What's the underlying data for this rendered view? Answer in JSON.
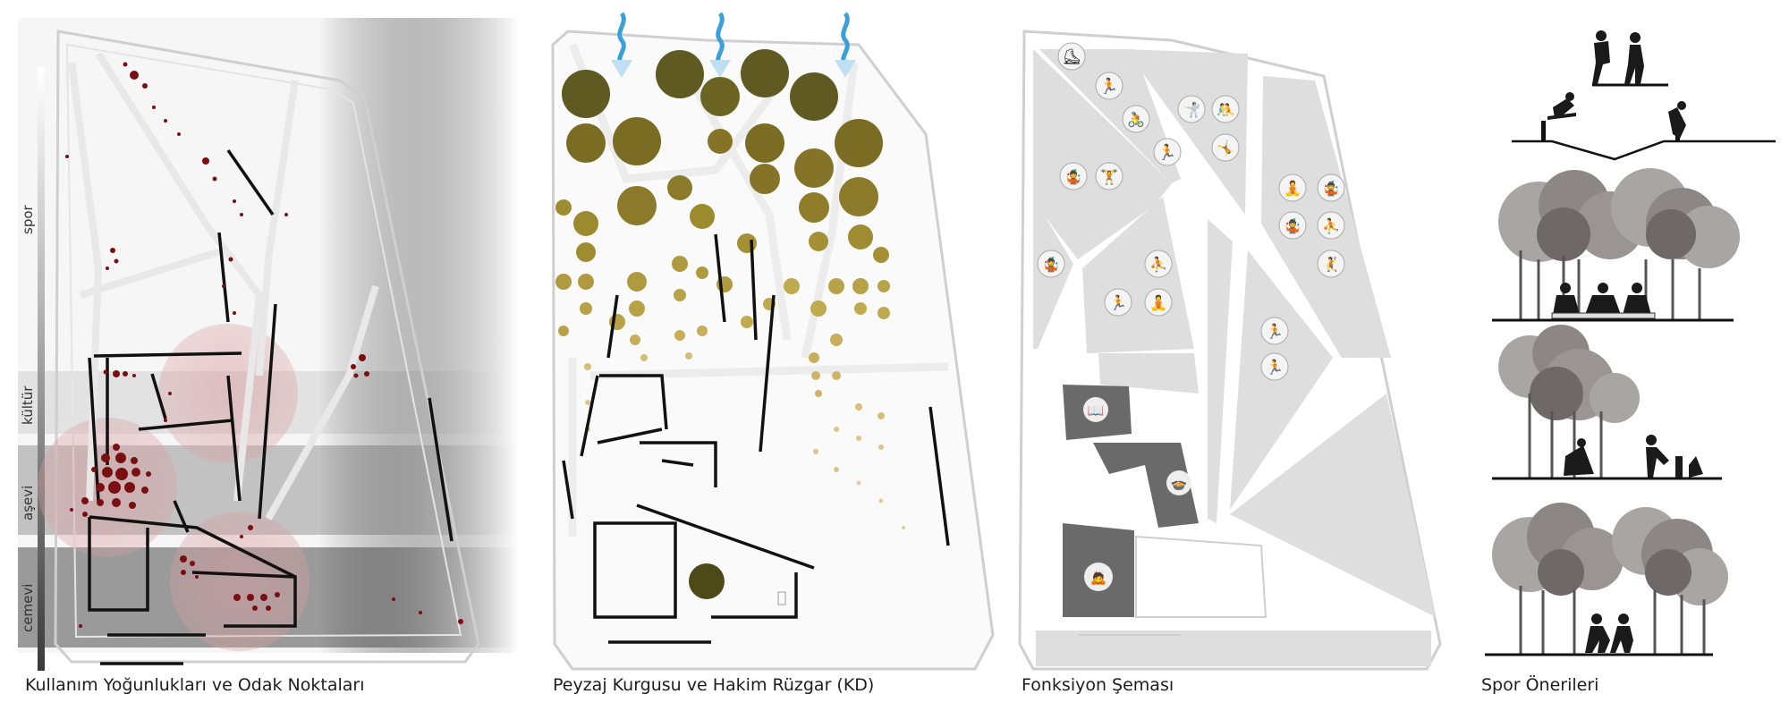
{
  "panels": {
    "usage": {
      "caption": "Kullanım Yoğunlukları ve Odak Noktaları",
      "zones": [
        "spor",
        "kültür",
        "aşevi",
        "cemevi"
      ]
    },
    "landscape": {
      "caption": "Peyzaj Kurgusu  ve Hakim Rüzgar (KD)"
    },
    "functions": {
      "caption": "Fonksiyon Şeması"
    },
    "sports": {
      "caption": "Spor Önerileri"
    }
  },
  "colors": {
    "density_dot": "#7a0f12",
    "focus_circle": "#e3b4b6",
    "tree_large": "#5e5a22",
    "tree_medium": "#9c8a2e",
    "tree_small": "#c8ad5a",
    "wind_arrow": "#3aa0dc",
    "plot_fill": "#dedede",
    "dark_block": "#6a6a6a"
  },
  "icons": [
    "wind-arrow-icon",
    "tree-icon",
    "skateboard-icon",
    "cycling-icon",
    "yoga-icon",
    "running-icon",
    "juggling-icon",
    "reading-icon",
    "prayer-icon",
    "meal-icon",
    "tree-silhouette-icon",
    "person-silhouette-icon"
  ]
}
